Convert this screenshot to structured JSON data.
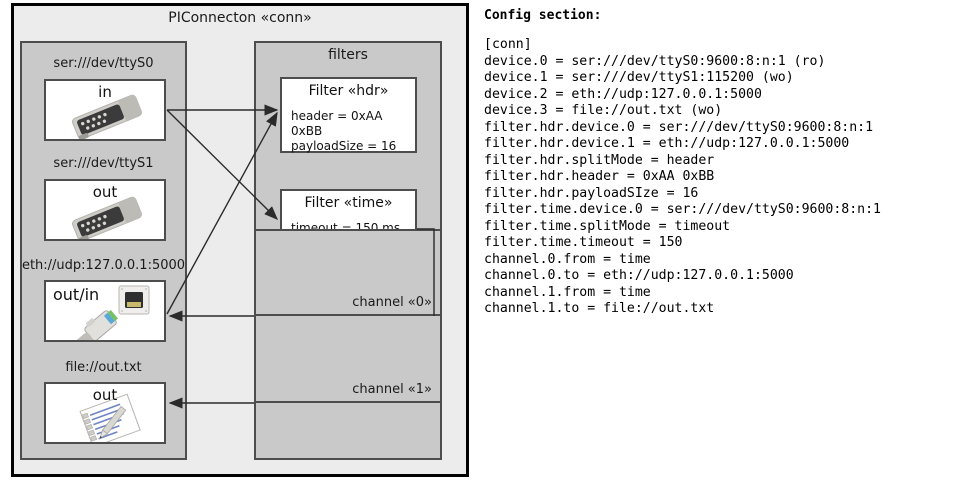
{
  "diagram": {
    "title": "PIConnecton «conn»",
    "devices_panel": {
      "items": [
        {
          "label": "ser:///dev/ttyS0",
          "tag": "in",
          "icon": "serial-port-icon"
        },
        {
          "label": "ser:///dev/ttyS1",
          "tag": "out",
          "icon": "serial-port-icon"
        },
        {
          "label": "eth://udp:127.0.0.1:5000",
          "tag": "out/in",
          "icon": "ethernet-jack-icon"
        },
        {
          "label": "file://out.txt",
          "tag": "out",
          "icon": "text-file-icon"
        }
      ]
    },
    "filters_panel": {
      "title": "filters",
      "filters": [
        {
          "title": "Filter «hdr»",
          "props": [
            "header = 0xAA 0xBB",
            "payloadSize = 16"
          ]
        },
        {
          "title": "Filter «time»",
          "props": [
            "timeout = 150 ms"
          ]
        }
      ],
      "channels": [
        {
          "label": "channel «0»"
        },
        {
          "label": "channel «1»"
        }
      ]
    }
  },
  "config": {
    "heading": "Config section:",
    "text": "[conn]\ndevice.0 = ser:///dev/ttyS0:9600:8:n:1 (ro)\ndevice.1 = ser:///dev/ttyS1:115200 (wo)\ndevice.2 = eth://udp:127.0.0.1:5000\ndevice.3 = file://out.txt (wo)\nfilter.hdr.device.0 = ser:///dev/ttyS0:9600:8:n:1\nfilter.hdr.device.1 = eth://udp:127.0.0.1:5000\nfilter.hdr.splitMode = header\nfilter.hdr.header = 0xAA 0xBB\nfilter.hdr.payloadSIze = 16\nfilter.time.device.0 = ser:///dev/ttyS0:9600:8:n:1\nfilter.time.splitMode = timeout\nfilter.time.timeout = 150\nchannel.0.from = time\nchannel.0.to = eth://udp:127.0.0.1:5000\nchannel.1.from = time\nchannel.1.to = file://out.txt"
  },
  "colors": {
    "outer_bg": "#ececec",
    "panel_bg": "#c9c9c9",
    "box_bg": "#ffffff",
    "border": "#4d4d4d",
    "frame": "#000000"
  }
}
